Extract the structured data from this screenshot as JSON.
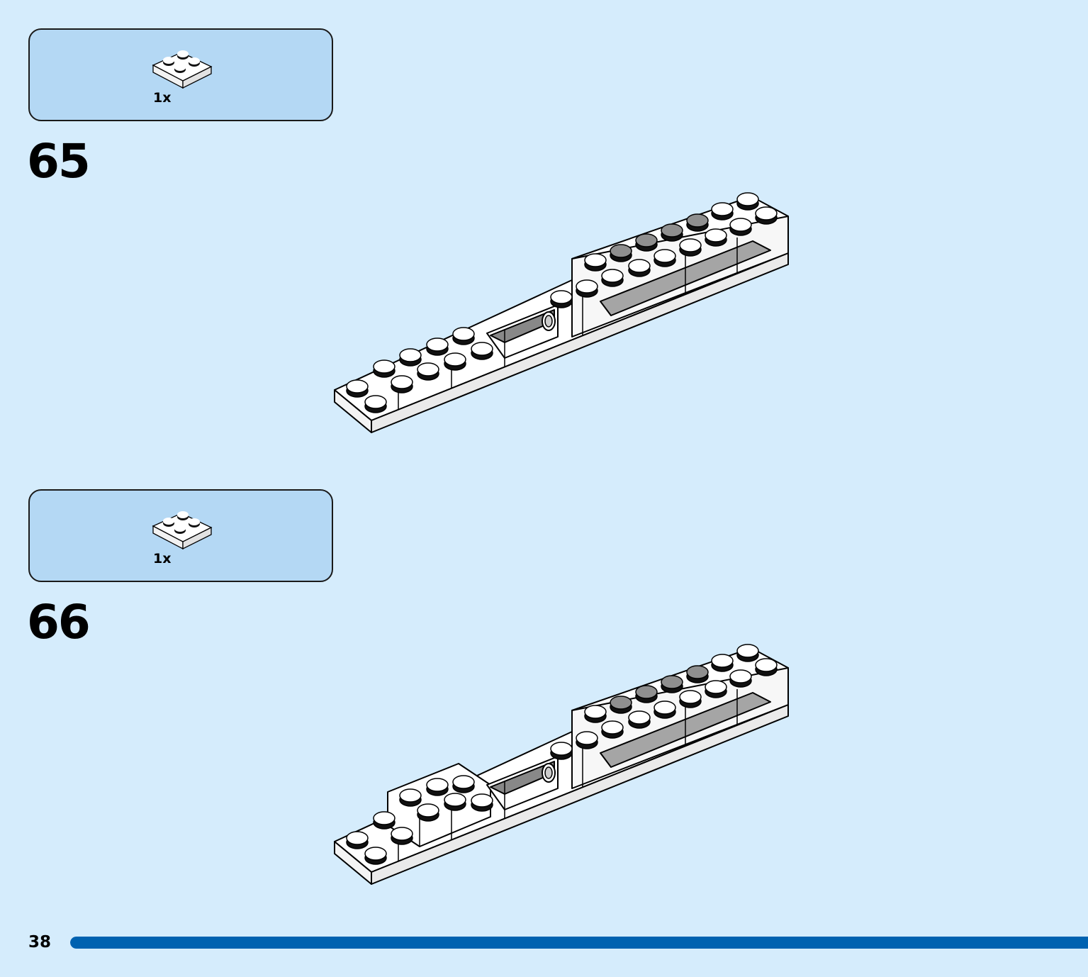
{
  "steps": [
    {
      "number": "65",
      "parts": [
        {
          "icon": "plate-2x2-white-icon",
          "quantity": "1x"
        }
      ]
    },
    {
      "number": "66",
      "parts": [
        {
          "icon": "plate-2x2-white-icon",
          "quantity": "1x"
        }
      ]
    }
  ],
  "footer": {
    "page_number": "38",
    "progress": 1.0
  },
  "colors": {
    "page_background": "#d5ecfc",
    "parts_box": "#b4d8f4",
    "progress_bar": "#0062b0",
    "brick_white": "#ffffff",
    "brick_highlight": "#9a9a9a"
  }
}
